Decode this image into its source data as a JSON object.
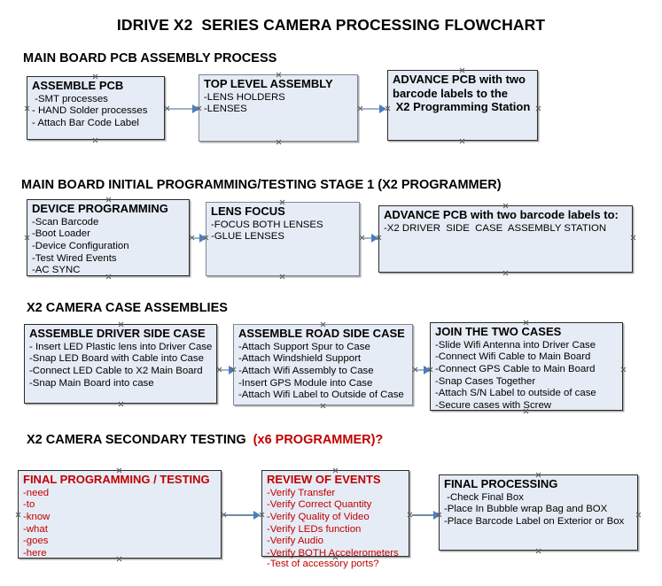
{
  "document": {
    "title": "IDRIVE X2  SERIES CAMERA PROCESSING FLOWCHART"
  },
  "colors": {
    "box_fill": "#e6ecf5",
    "box_border": "#2b2b2b",
    "accent_red": "#c00000",
    "connector": "#9fb4cc",
    "arrow": "#4a7ebb"
  },
  "sections": [
    {
      "heading": "MAIN BOARD PCB ASSEMBLY PROCESS",
      "heading_accent": "",
      "boxes": [
        {
          "title": "ASSEMBLE PCB",
          "lines": [
            " -SMT processes",
            "- HAND Solder processes",
            "- Attach Bar Code Label"
          ]
        },
        {
          "title": "TOP LEVEL ASSEMBLY",
          "lines": [
            "-LENS HOLDERS",
            "-LENSES"
          ]
        },
        {
          "title": "ADVANCE PCB with two",
          "lines": [
            "barcode labels to the",
            " X2 Programming Station"
          ]
        }
      ]
    },
    {
      "heading": "MAIN BOARD INITIAL PROGRAMMING/TESTING STAGE 1 (X2 PROGRAMMER)",
      "heading_accent": "",
      "boxes": [
        {
          "title": "DEVICE PROGRAMMING",
          "lines": [
            "-Scan Barcode",
            "-Boot Loader",
            "-Device Configuration",
            "-Test Wired Events",
            "-AC SYNC"
          ]
        },
        {
          "title": "LENS FOCUS",
          "lines": [
            "-FOCUS BOTH LENSES",
            "-GLUE LENSES"
          ]
        },
        {
          "title": "ADVANCE PCB with two barcode labels to:",
          "lines": [
            "-X2 DRIVER  SIDE  CASE  ASSEMBLY STATION"
          ]
        }
      ]
    },
    {
      "heading": "X2 CAMERA CASE ASSEMBLIES",
      "heading_accent": "",
      "boxes": [
        {
          "title": "ASSEMBLE DRIVER SIDE CASE",
          "lines": [
            "- Insert LED Plastic lens into Driver Case",
            "-Snap LED Board with Cable into Case",
            "-Connect LED Cable to X2 Main Board",
            "-Snap Main Board into case"
          ]
        },
        {
          "title": "ASSEMBLE ROAD SIDE CASE",
          "lines": [
            "-Attach Support Spur to Case",
            "-Attach Windshield Support",
            "-Attach Wifi Assembly to Case",
            "-Insert GPS Module into Case",
            "-Attach Wifi Label to Outside of Case"
          ]
        },
        {
          "title": "JOIN THE TWO CASES",
          "lines": [
            "-Slide Wifi Antenna into Driver Case",
            "-Connect Wifi Cable to Main Board",
            "-Connect GPS Cable to Main Board",
            "-Snap Cases Together",
            "-Attach S/N Label to outside of case",
            "-Secure cases with Screw"
          ]
        }
      ]
    },
    {
      "heading": "X2 CAMERA SECONDARY TESTING  ",
      "heading_accent": "(x6 PROGRAMMER)?",
      "boxes": [
        {
          "title": "FINAL PROGRAMMING / TESTING",
          "lines": [
            "-need",
            "-to",
            "-know",
            "-what",
            "-goes",
            "-here"
          ]
        },
        {
          "title": "REVIEW OF EVENTS",
          "lines": [
            "-Verify Transfer",
            "-Verify Correct Quantity",
            "-Verify Quality of Video",
            "-Verify LEDs function",
            "-Verify Audio",
            "-Verify BOTH Accelerometers"
          ],
          "overflow_line": "-Test of accessory ports?"
        },
        {
          "title": "FINAL PROCESSING",
          "lines": [
            " -Check Final Box",
            "-Place In Bubble wrap Bag and BOX",
            "-Place Barcode Label on Exterior or Box"
          ]
        }
      ]
    }
  ]
}
